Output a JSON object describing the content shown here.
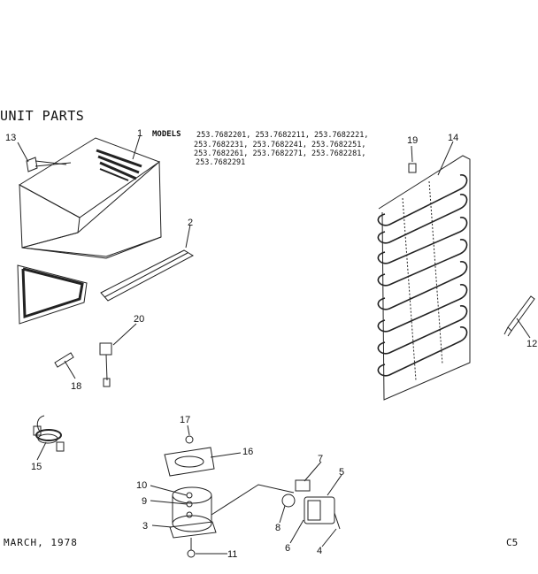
{
  "diagram": {
    "title": "UNIT PARTS",
    "models_label": "MODELS",
    "models": [
      "253.7682201, 253.7682211, 253.7682221,",
      "253.7682231, 253.7682241, 253.7682251,",
      "253.7682261, 253.7682271, 253.7682281,",
      "253.7682291"
    ],
    "callouts": [
      "1",
      "2",
      "3",
      "4",
      "5",
      "6",
      "7",
      "8",
      "9",
      "10",
      "11",
      "12",
      "13",
      "14",
      "15",
      "16",
      "17",
      "18",
      "19",
      "20"
    ],
    "footer_date": "MARCH, 1978",
    "footer_code": "C5"
  }
}
